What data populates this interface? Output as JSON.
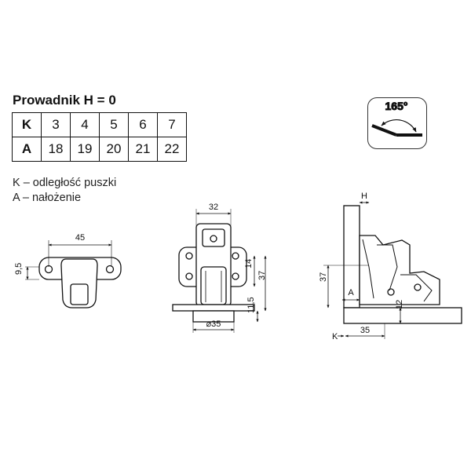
{
  "title": "Prowadnik H = 0",
  "table": {
    "rows": [
      {
        "label": "K",
        "values": [
          "3",
          "4",
          "5",
          "6",
          "7"
        ]
      },
      {
        "label": "A",
        "values": [
          "18",
          "19",
          "20",
          "21",
          "22"
        ]
      }
    ]
  },
  "legend": {
    "k": "K – odległość puszki",
    "a": "A – nałożenie"
  },
  "angle": {
    "label": "165°"
  },
  "plate": {
    "dim_width": "45",
    "dim_height": "9,5"
  },
  "front": {
    "dim_width": "32",
    "dim_14": "14",
    "dim_37": "37",
    "dim_115": "11,5",
    "dim_diameter": "⌀35"
  },
  "side": {
    "dim_h": "H",
    "dim_37": "37",
    "dim_a": "A",
    "dim_12": "12",
    "dim_k": "K",
    "dim_35": "35"
  }
}
